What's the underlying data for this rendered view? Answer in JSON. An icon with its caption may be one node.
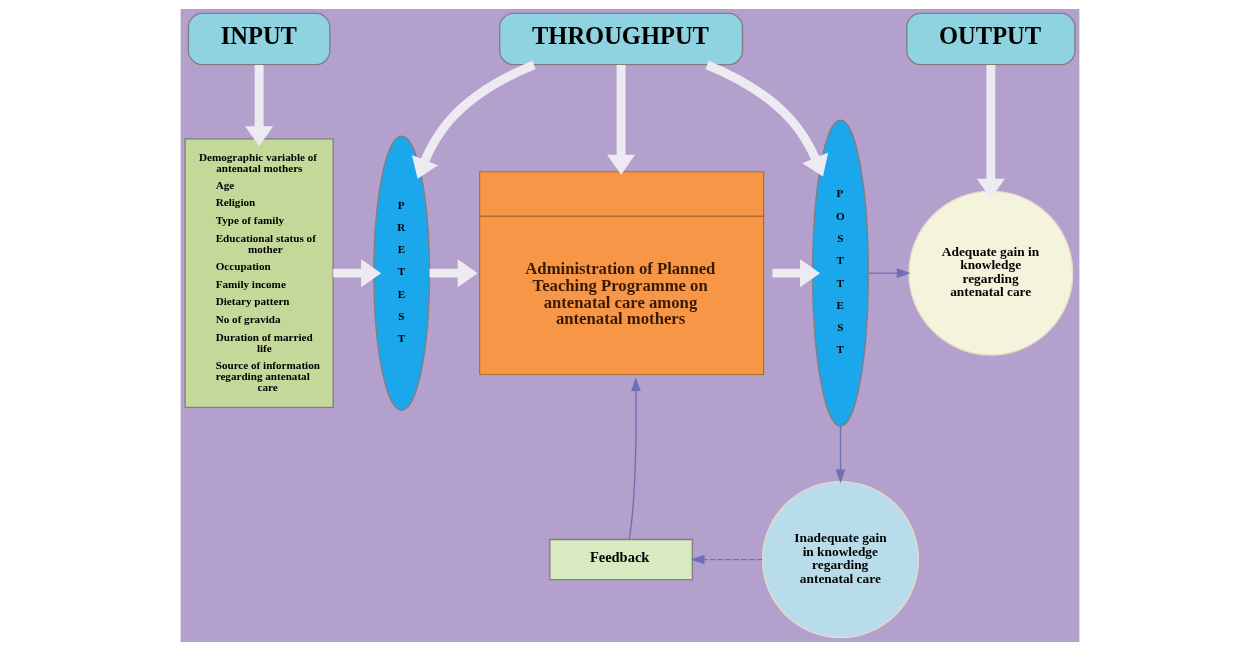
{
  "diagram": {
    "nodes": [
      {
        "text": [
          "INPUT"
        ]
      },
      {
        "text": [
          "THROUGHPUT"
        ]
      },
      {
        "text": [
          "OUTPUT"
        ]
      },
      {
        "text": [
          "Demographic variable of antenatal mothers",
          "Age",
          "Religion",
          "Type of family",
          "Educational status of mother",
          "Occupation",
          "Family income",
          "Dietary pattern",
          "No of gravida",
          "Duration of married life",
          "Source of information regarding antenatal care"
        ]
      },
      {
        "text": [
          "P R E T E S T"
        ]
      },
      {
        "text": [
          "Administration of Planned Teaching Programme on antenatal care among antenatal mothers"
        ]
      },
      {
        "text": [
          "P O S T T E S T"
        ]
      },
      {
        "text": [
          "Adequate gain in knowledge regarding antenatal care"
        ]
      },
      {
        "text": [
          "Inadequate gain in knowledge regarding antenatal care"
        ]
      },
      {
        "text": [
          "Feedback"
        ]
      }
    ],
    "edges": [
      {
        "from": 0,
        "to": 3,
        "arrow": "to"
      },
      {
        "from": 1,
        "to": 4,
        "arrow": "to"
      },
      {
        "from": 1,
        "to": 5,
        "arrow": "to"
      },
      {
        "from": 1,
        "to": 6,
        "arrow": "to"
      },
      {
        "from": 2,
        "to": 7,
        "arrow": "to"
      },
      {
        "from": 3,
        "to": 4,
        "arrow": "to"
      },
      {
        "from": 4,
        "to": 5,
        "arrow": "to"
      },
      {
        "from": 5,
        "to": 6,
        "arrow": "to"
      },
      {
        "from": 6,
        "to": 7,
        "arrow": "to",
        "color": "#6f6fb5"
      },
      {
        "from": 6,
        "to": 8,
        "arrow": "to",
        "color": "#6f6fb5"
      },
      {
        "from": 8,
        "to": 9,
        "arrow": "to",
        "style": "dashed",
        "color": "#6f6fb5"
      },
      {
        "from": 9,
        "to": 5,
        "arrow": "to",
        "color": "#6f6fb5"
      }
    ]
  }
}
